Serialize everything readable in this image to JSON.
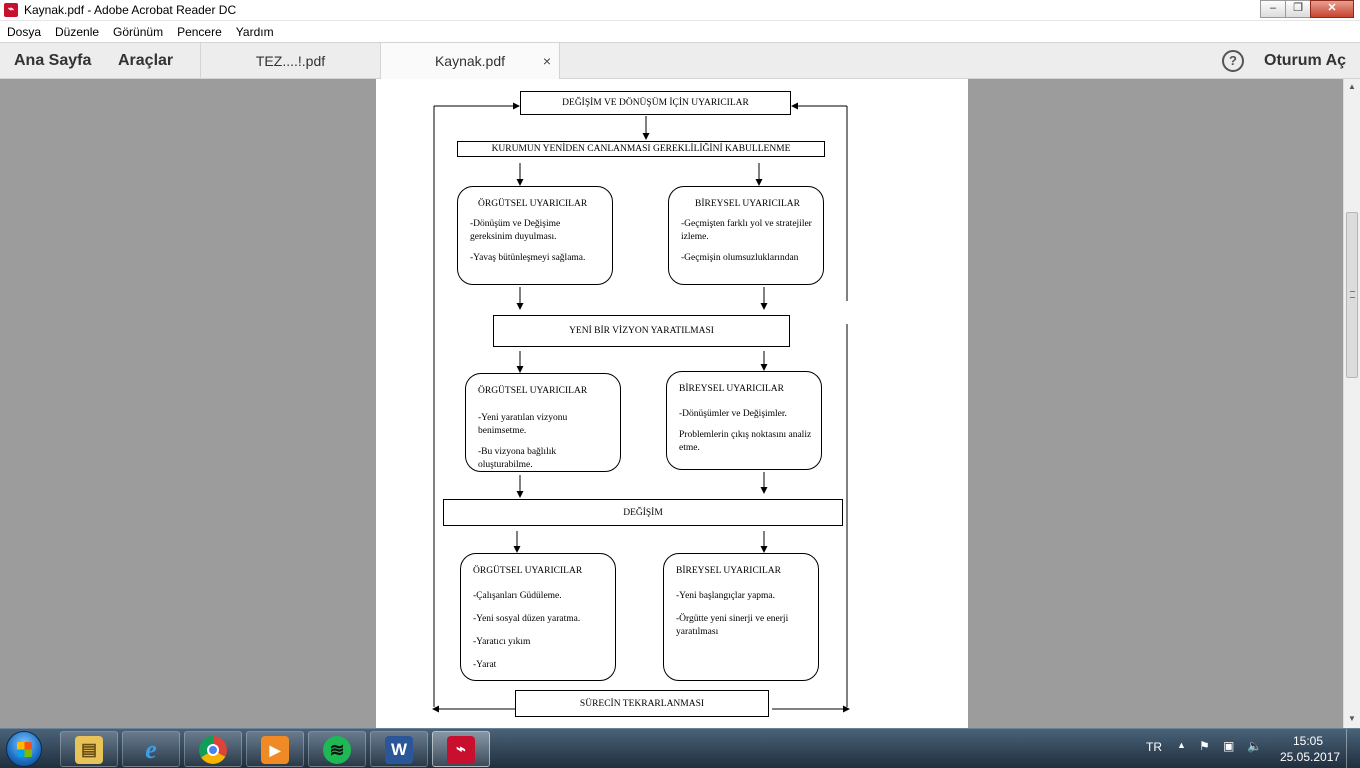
{
  "window": {
    "title": "Kaynak.pdf - Adobe Acrobat Reader DC",
    "minimize": "‒",
    "maximize": "❐",
    "close": "✕"
  },
  "menu": [
    "Dosya",
    "Düzenle",
    "Görünüm",
    "Pencere",
    "Yardım"
  ],
  "toolbar": {
    "home": "Ana Sayfa",
    "tools": "Araçlar",
    "tabs": [
      {
        "label": "TEZ....!.pdf",
        "active": false
      },
      {
        "label": "Kaynak.pdf",
        "active": true
      }
    ],
    "tab_close": "×",
    "help": "?",
    "login": "Oturum Aç"
  },
  "diagram": {
    "top": "DEĞİŞİM VE DÖNÜŞÜM İÇİN UYARICILAR",
    "accept": "KURUMUN YENİDEN CANLANMASI GEREKLİLİĞİNİ KABULLENME",
    "org1": {
      "title": "ÖRGÜTSEL UYARICILAR",
      "lines": [
        "-Dönüşüm ve Değişime gereksinim duyulması.",
        "-Yavaş bütünleşmeyi sağlama."
      ]
    },
    "ind1": {
      "title": "BİREYSEL UYARICILAR",
      "lines": [
        "-Geçmişten farklı yol ve stratejiler izleme.",
        "-Geçmişin olumsuzluklarından"
      ]
    },
    "vision": "YENİ BİR VİZYON YARATILMASI",
    "org2": {
      "title": "ÖRGÜTSEL UYARICILAR",
      "lines": [
        "-Yeni yaratılan vizyonu benimsetme.",
        "-Bu vizyona bağlılık oluşturabilme."
      ]
    },
    "ind2": {
      "title": "BİREYSEL UYARICILAR",
      "lines": [
        "-Dönüşümler ve Değişimler.",
        "Problemlerin çıkış noktasını analiz etme."
      ]
    },
    "change": "DEĞİŞİM",
    "org3": {
      "title": "ÖRGÜTSEL UYARICILAR",
      "lines": [
        "-Çalışanları Güdüleme.",
        "-Yeni sosyal düzen yaratma.",
        "-Yaratıcı yıkım",
        "-Yarat"
      ]
    },
    "ind3": {
      "title": "BİREYSEL UYARICILAR",
      "lines": [
        "-Yeni başlangıçlar yapma.",
        "-Örgütte yeni sinerji ve enerji yaratılması"
      ]
    },
    "repeat": "SÜRECİN TEKRARLANMASI"
  },
  "taskbar": {
    "apps": [
      "explorer-icon",
      "ie-icon",
      "chrome-icon",
      "media-player-icon",
      "spotify-icon",
      "word-icon",
      "acrobat-icon"
    ],
    "lang": "TR",
    "time": "15:05",
    "date": "25.05.2017"
  },
  "colors": {
    "acrobat_red": "#c8102e",
    "docarea_gray": "#9c9c9c",
    "taskbar_blue": "#2c4256"
  }
}
